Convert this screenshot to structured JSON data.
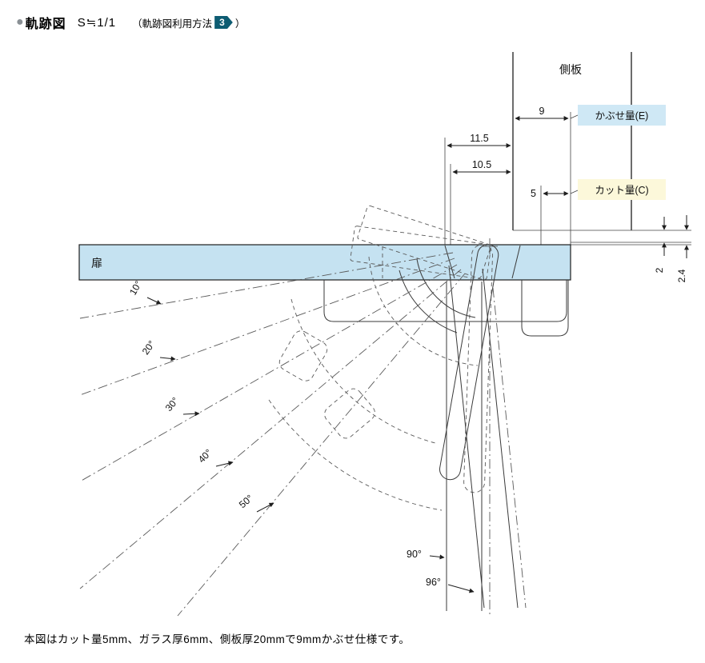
{
  "header": {
    "bullet": "●",
    "title": "軌跡図",
    "scale": "S≒1/1",
    "method_prefix": "（軌跡図利用方法",
    "method_number": "3",
    "method_suffix": "）"
  },
  "diagram": {
    "labels": {
      "side_panel": "側板",
      "door": "扉",
      "overlay": "かぶせ量(E)",
      "cut": "カット量(C)"
    },
    "dimensions": {
      "overlay_9": "9",
      "offset_11_5": "11.5",
      "offset_10_5": "10.5",
      "cut_5": "5",
      "clearance_2": "2",
      "clearance_2_4": "2.4"
    },
    "angles": [
      "10°",
      "20°",
      "30°",
      "40°",
      "50°",
      "90°",
      "96°"
    ],
    "colors": {
      "door_fill": "#c5e2f1",
      "overlay_box": "#cfe8f5",
      "cut_box": "#fcf8da",
      "badge": "#0d5c72"
    }
  },
  "footer": {
    "note": "本図はカット量5mm、ガラス厚6mm、側板厚20mmで9mmかぶせ仕様です。"
  }
}
